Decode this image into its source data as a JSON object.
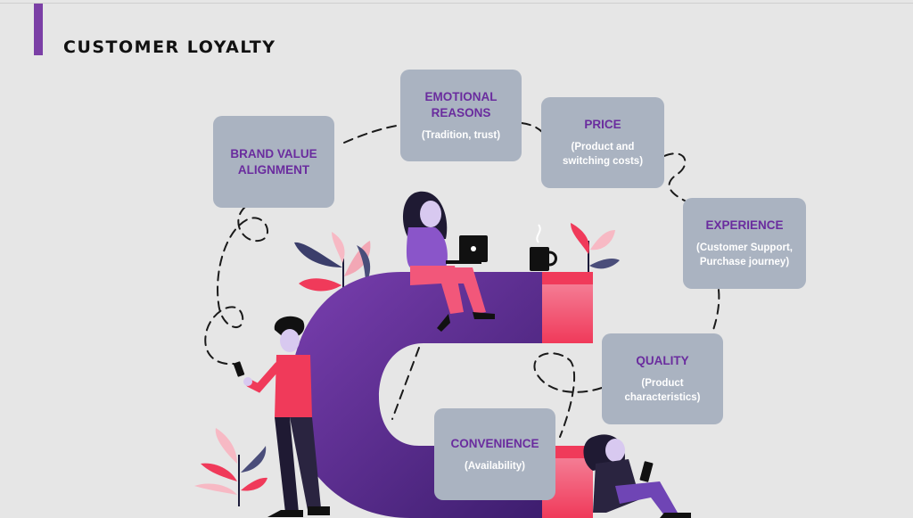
{
  "slide": {
    "title": "CUSTOMER LOYALTY"
  },
  "colors": {
    "accent": "#7b3fa6",
    "card_bg": "#aab3c1",
    "card_title": "#6a2c9e",
    "magnet_purple": "#5a2a8f",
    "magnet_tip": "#f2445f",
    "background": "#e6e6e6"
  },
  "cards": {
    "brand": {
      "title": "BRAND VALUE\nALIGNMENT",
      "subtitle": ""
    },
    "emotional": {
      "title": "EMOTIONAL\nREASONS",
      "subtitle": "(Tradition, trust)"
    },
    "price": {
      "title": "PRICE",
      "subtitle": "(Product and\nswitching costs)"
    },
    "experience": {
      "title": "EXPERIENCE",
      "subtitle": "(Customer Support,\nPurchase journey)"
    },
    "quality": {
      "title": "QUALITY",
      "subtitle": "(Product\ncharacteristics)"
    },
    "convenience": {
      "title": "CONVENIENCE",
      "subtitle": "(Availability)"
    }
  },
  "icons": [
    "magnet-illustration",
    "woman-laptop-illustration",
    "man-phone-illustration",
    "girl-tablet-illustration",
    "coffee-cup-icon",
    "plant-leaves-icon"
  ]
}
